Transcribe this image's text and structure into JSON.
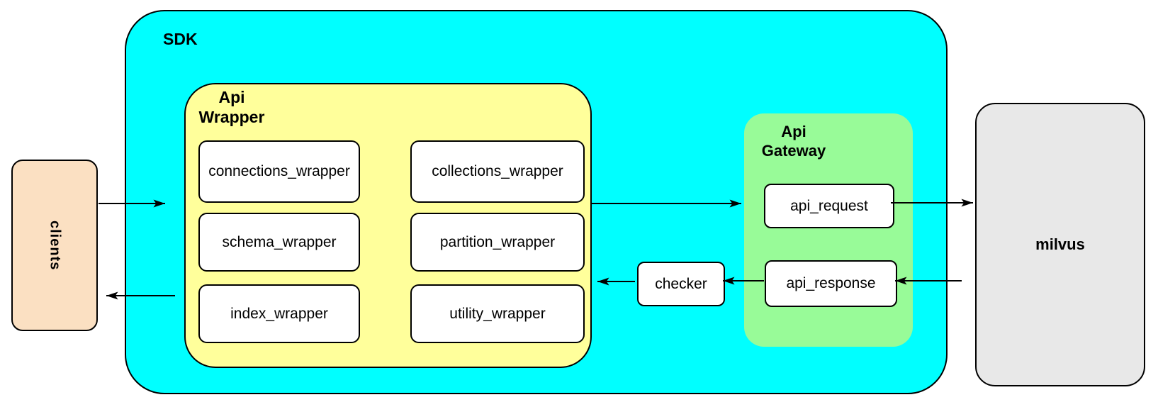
{
  "colors": {
    "sdk_fill": "#00ffff",
    "api_wrapper_fill": "#ffff9b",
    "api_gateway_fill": "#98fb98",
    "clients_fill": "#fbe0c2",
    "milvus_fill": "#e8e8e8",
    "module_fill": "#ffffff",
    "line_color": "#000000"
  },
  "nodes": {
    "clients": {
      "label": "clients"
    },
    "sdk": {
      "label": "SDK"
    },
    "api_wrapper": {
      "label_line1": "Api",
      "label_line2": "Wrapper",
      "modules": [
        {
          "label": "connections_wrapper"
        },
        {
          "label": "collections_wrapper"
        },
        {
          "label": "schema_wrapper"
        },
        {
          "label": "partition_wrapper"
        },
        {
          "label": "index_wrapper"
        },
        {
          "label": "utility_wrapper"
        }
      ]
    },
    "checker": {
      "label": "checker"
    },
    "api_gateway": {
      "label_line1": "Api",
      "label_line2": "Gateway",
      "modules": [
        {
          "label": "api_request"
        },
        {
          "label": "api_response"
        }
      ]
    },
    "milvus": {
      "label": "milvus"
    }
  }
}
